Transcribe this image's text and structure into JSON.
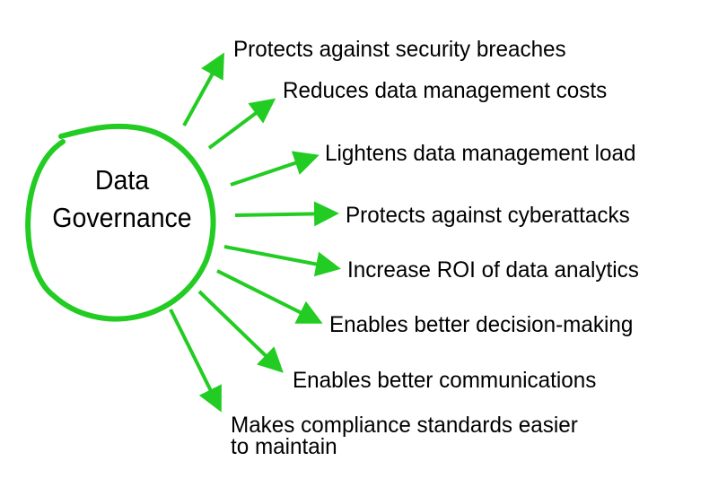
{
  "colors": {
    "accent": "#22cc22",
    "text": "#000000"
  },
  "center": {
    "line1": "Data",
    "line2": "Governance"
  },
  "benefits": [
    {
      "label": "Protects against security breaches"
    },
    {
      "label": "Reduces data management costs"
    },
    {
      "label": "Lightens data management load"
    },
    {
      "label": "Protects against cyberattacks"
    },
    {
      "label": "Increase ROI of data analytics"
    },
    {
      "label": "Enables better decision-making"
    },
    {
      "label": "Enables better communications"
    },
    {
      "label": "Makes compliance standards easier",
      "label2": "to maintain"
    }
  ]
}
